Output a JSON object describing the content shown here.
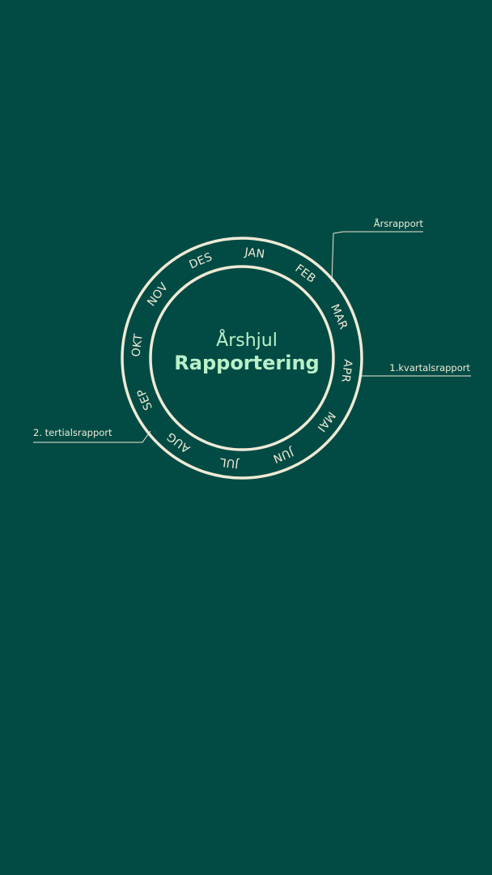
{
  "wheel": {
    "title": "Årshjul",
    "subtitle": "Rapportering",
    "months": [
      "JAN",
      "FEB",
      "MAR",
      "APR",
      "MAI",
      "JUN",
      "JUL",
      "AUG",
      "SEP",
      "OKT",
      "NOV",
      "DES"
    ]
  },
  "callouts": {
    "annual": "Årsrapport",
    "q1": "1.kvartalsrapport",
    "tertial2": "2. tertialsrapport"
  },
  "colors": {
    "background": "#024b44",
    "ring": "#efead6",
    "title": "#b9f0c8"
  }
}
